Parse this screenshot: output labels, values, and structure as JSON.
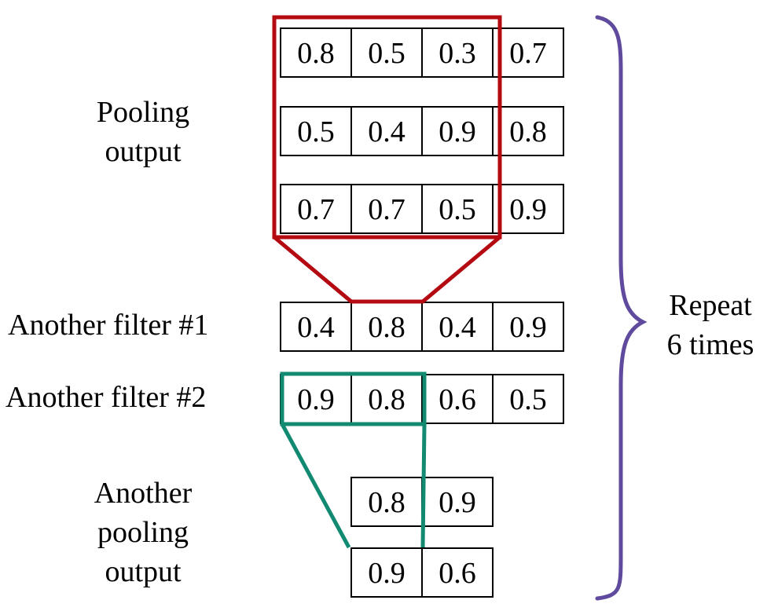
{
  "labels": {
    "pooling_output": [
      "Pooling",
      "output"
    ],
    "filter1": "Another filter #1",
    "filter2": "Another filter #2",
    "another_pooling": [
      "Another",
      "pooling",
      "output"
    ],
    "repeat": [
      "Repeat",
      "6 times"
    ]
  },
  "grids": {
    "pooling_rows": [
      [
        "0.8",
        "0.5",
        "0.3",
        "0.7"
      ],
      [
        "0.5",
        "0.4",
        "0.9",
        "0.8"
      ],
      [
        "0.7",
        "0.7",
        "0.5",
        "0.9"
      ]
    ],
    "filter1": [
      "0.4",
      "0.8",
      "0.4",
      "0.9"
    ],
    "filter2": [
      "0.9",
      "0.8",
      "0.6",
      "0.5"
    ],
    "another_pooling_rows": [
      [
        "0.8",
        "0.9"
      ],
      [
        "0.9",
        "0.6"
      ]
    ]
  },
  "colors": {
    "red_window": "#b40a12",
    "teal_window": "#128a72",
    "brace": "#5f4a9e",
    "cell_border": "#000000"
  }
}
